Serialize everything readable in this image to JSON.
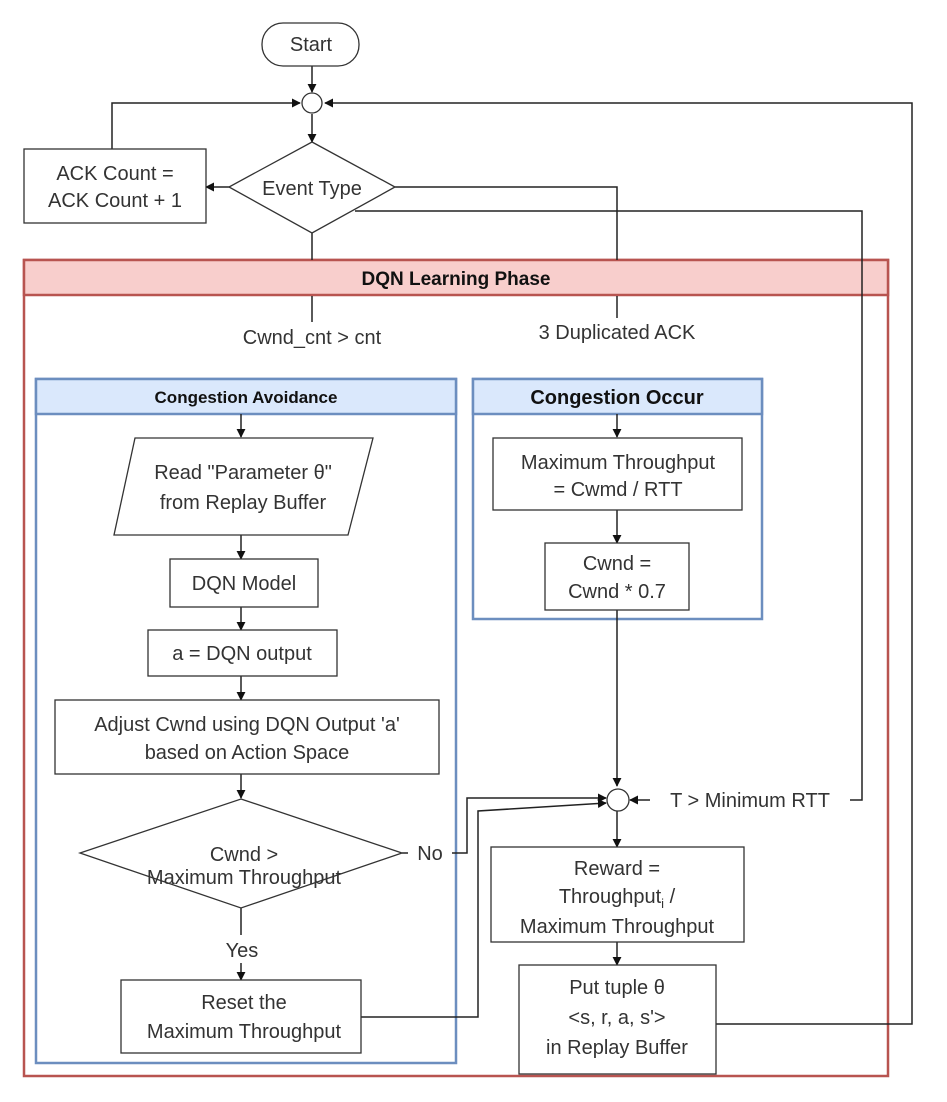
{
  "nodes": {
    "start": "Start",
    "ack_count": [
      "ACK Count =",
      "ACK Count + 1"
    ],
    "event_type": "Event Type",
    "read_param": [
      "Read \"Parameter θ\"",
      "from Replay Buffer"
    ],
    "dqn_model": "DQN Model",
    "dqn_output": "a = DQN output",
    "adjust_cwnd": [
      "Adjust Cwnd using DQN Output 'a'",
      "based on Action Space"
    ],
    "cwnd_check": [
      "Cwnd >",
      "Maximum Throughput"
    ],
    "reset_max": [
      "Reset the",
      "Maximum Throughput"
    ],
    "max_throughput": [
      "Maximum Throughput",
      "= Cwmd / RTT"
    ],
    "cwnd_reduce": [
      "Cwnd =",
      "Cwnd * 0.7"
    ],
    "reward": [
      "Reward =",
      "Throughput",
      "i",
      " /",
      "Maximum Throughput"
    ],
    "put_tuple": [
      "Put tuple θ",
      "<s, r, a, s'>",
      "in Replay Buffer"
    ]
  },
  "groups": {
    "learning_phase": "DQN Learning Phase",
    "congestion_avoidance": "Congestion Avoidance",
    "congestion_occur": "Congestion Occur"
  },
  "edge_labels": {
    "cwnd_cnt": "Cwnd_cnt > cnt",
    "dup_ack": "3 Duplicated ACK",
    "no": "No",
    "yes": "Yes",
    "timeout": "T > Minimum RTT"
  },
  "colors": {
    "learning_fill": "#f8cecc",
    "learning_stroke": "#b85450",
    "group_fill": "#dae8fc",
    "group_stroke": "#6c8ebf"
  }
}
